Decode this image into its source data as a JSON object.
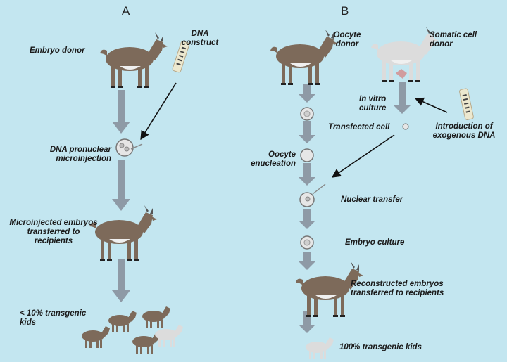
{
  "panels": {
    "a": {
      "heading": "A",
      "embryo_donor": "Embryo donor",
      "dna_construct": "DNA\nconstruct",
      "microinjection": "DNA pronuclear\nmicroinjection",
      "transferred": "Microinjected embryos\ntransferred to\nrecipients",
      "result": "< 10% transgenic\nkids"
    },
    "b": {
      "heading": "B",
      "oocyte_donor": "Oocyte\ndonor",
      "somatic_donor": "Somatic cell\ndonor",
      "in_vitro": "In vitro\nculture",
      "transfected": "Transfected cell",
      "introduction": "Introduction of\nexogenous DNA",
      "enucleation": "Oocyte\nenucleation",
      "nuclear_transfer": "Nuclear transfer",
      "embryo_culture": "Embryo culture",
      "reconstructed": "Reconstructed embryos\ntransferred to recipients",
      "result": "100% transgenic kids"
    }
  },
  "colors": {
    "background": "#c3e6f0",
    "flow_arrow": "#8e9aa6",
    "goat_brown": "#7d6a5a",
    "goat_white": "#dcdcdc"
  }
}
